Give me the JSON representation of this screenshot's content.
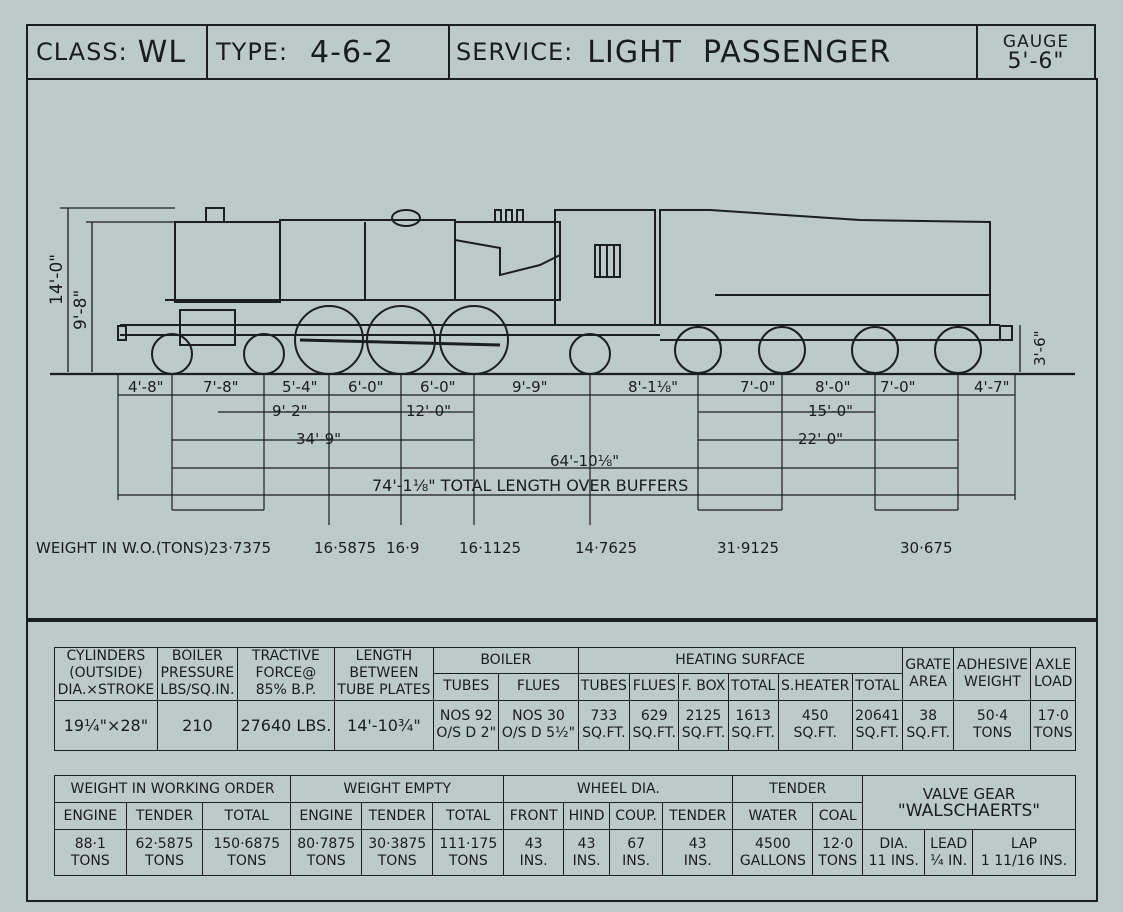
{
  "header": {
    "class_label": "CLASS:",
    "class_value": "WL",
    "type_label": "TYPE:",
    "type_value": "4-6-2",
    "service_label": "SERVICE:",
    "service_value": "LIGHT  PASSENGER",
    "gauge_label": "GAUGE",
    "gauge_value": "5'-6\""
  },
  "heights": {
    "total": "14'-0\"",
    "boiler": "9'-8\"",
    "buffer": "3'-6\""
  },
  "dims_row1": [
    "4'-8\"",
    "7'-8\"",
    "5'-4\"",
    "6'-0\"",
    "6'-0\"",
    "9'-9\"",
    "8'-1⅛\"",
    "7'-0\"",
    "8'-0\"",
    "7'-0\"",
    "4'-7\""
  ],
  "dims_row2": [
    "9'-2\"",
    "12'-0\"",
    "15'-0\""
  ],
  "dims_row3": [
    "34'-9\"",
    "22'-0\""
  ],
  "dim_64": "64'-10⅛\"",
  "dim_total": "74'-1⅛\"  TOTAL LENGTH OVER BUFFERS",
  "weights_label": "WEIGHT IN W.O.(TONS)",
  "weights": [
    "23·7375",
    "16·5875",
    "16·9",
    "16·1125",
    "14·7625",
    "31·9125",
    "30·675"
  ],
  "table1": {
    "cylinders": [
      "CYLINDERS",
      "(OUTSIDE)",
      "DIA.×STROKE"
    ],
    "cylinders_value": "19¼\"×28\"",
    "pressure": [
      "BOILER",
      "PRESSURE",
      "LBS/SQ.IN."
    ],
    "pressure_value": "210",
    "tractive": [
      "TRACTIVE",
      "FORCE@",
      "85% B.P."
    ],
    "tractive_value": "27640 LBS.",
    "length": [
      "LENGTH",
      "BETWEEN",
      "TUBE PLATES"
    ],
    "length_value": "14'-10¾\"",
    "boiler": "BOILER",
    "tubes": "TUBES",
    "flues": "FLUES",
    "tubes_value": [
      "NOS 92",
      "O/S D 2\""
    ],
    "flues_value": [
      "NOS 30",
      "O/S D 5½\""
    ],
    "heating": "HEATING  SURFACE",
    "heating_cols": [
      "TUBES",
      "FLUES",
      "F. BOX",
      "TOTAL",
      "S.HEATER",
      "TOTAL"
    ],
    "heating_values": [
      "733",
      "629",
      "2125",
      "1613",
      "450",
      "20641"
    ],
    "sqft": "SQ.FT.",
    "grate": [
      "GRATE",
      "AREA"
    ],
    "grate_value": "38",
    "adhesive": [
      "ADHESIVE",
      "WEIGHT"
    ],
    "adhesive_value": "50·4",
    "axle": [
      "AXLE",
      "LOAD"
    ],
    "axle_value": "17·0",
    "tons": "TONS"
  },
  "table2": {
    "wwo": "WEIGHT IN WORKING ORDER",
    "wwo_cols": [
      "ENGINE",
      "TENDER",
      "TOTAL"
    ],
    "wwo_values": [
      "88·1",
      "62·5875",
      "150·6875"
    ],
    "empty": "WEIGHT  EMPTY",
    "empty_cols": [
      "ENGINE",
      "TENDER",
      "TOTAL"
    ],
    "empty_values": [
      "80·7875",
      "30·3875",
      "111·175"
    ],
    "tons": "TONS",
    "wheel": "WHEEL  DIA.",
    "wheel_cols": [
      "FRONT",
      "HIND",
      "COUP.",
      "TENDER"
    ],
    "wheel_values": [
      "43",
      "43",
      "67",
      "43"
    ],
    "ins": "INS.",
    "tender": "TENDER",
    "water": "WATER",
    "water_value": "4500",
    "gallons": "GALLONS",
    "coal": "COAL",
    "coal_value": "12·0",
    "valve": [
      "VALVE  GEAR",
      "\"WALSCHAERTS\""
    ],
    "valve_cols": [
      "DIA.",
      "LEAD",
      "LAP"
    ],
    "valve_values": [
      "11  INS.",
      "¼  IN.",
      "1 11/16  INS."
    ]
  }
}
